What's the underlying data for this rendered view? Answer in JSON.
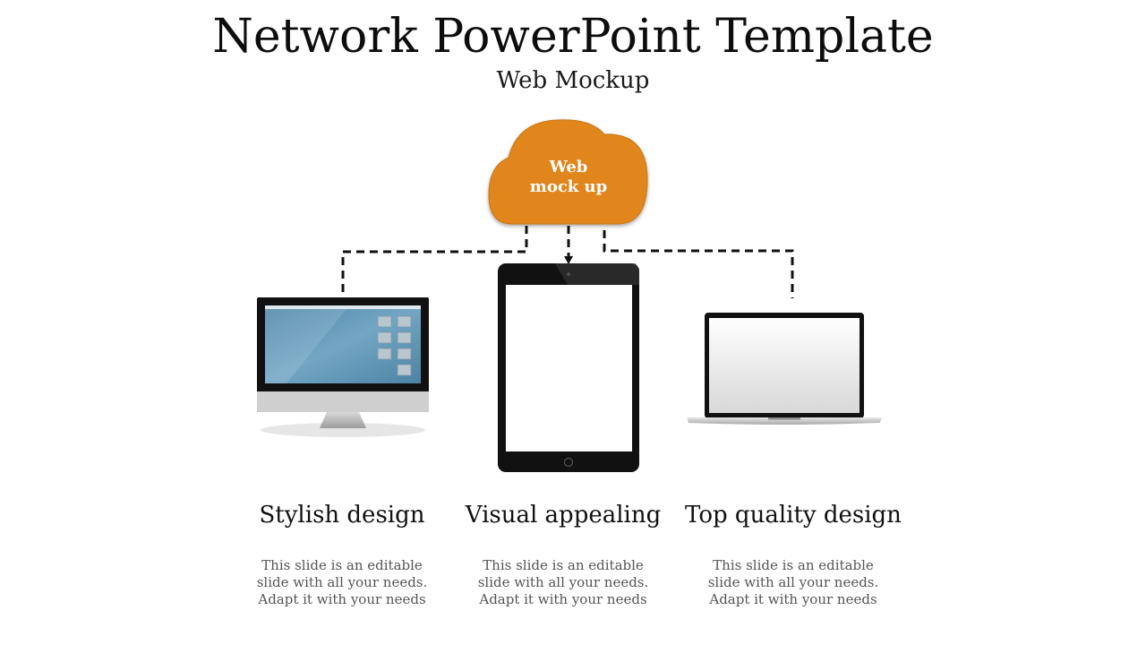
{
  "slide": {
    "title": "Network PowerPoint Template",
    "subtitle": "Web Mockup"
  },
  "cloud": {
    "label_line1": "Web",
    "label_line2": "mock up",
    "color": "#E0861A"
  },
  "devices": [
    {
      "icon": "desktop-monitor-icon"
    },
    {
      "icon": "tablet-icon"
    },
    {
      "icon": "laptop-icon"
    }
  ],
  "features": [
    {
      "title": "Stylish design",
      "description": "This slide is an editable slide with all your needs. Adapt it with your needs"
    },
    {
      "title": "Visual appealing",
      "description": "This slide is an editable slide with all your needs. Adapt it with your needs"
    },
    {
      "title": "Top quality design",
      "description": "This slide is an editable slide with all your needs. Adapt it with your needs"
    }
  ]
}
